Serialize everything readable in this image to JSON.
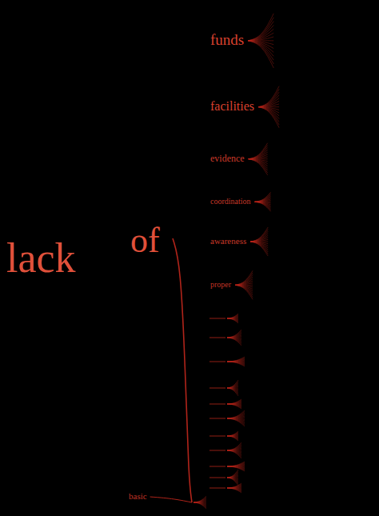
{
  "diagram": {
    "labels": [
      "lack",
      "of",
      "funds",
      "facilities",
      "evidence",
      "coordination",
      "awareness",
      "proper",
      "basic"
    ]
  }
}
